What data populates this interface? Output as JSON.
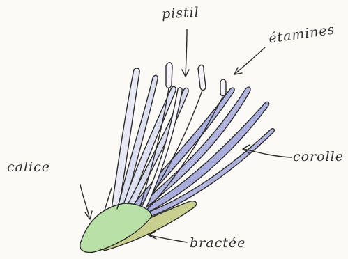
{
  "labels": {
    "pistil": "pistil",
    "etamines": "étamines",
    "calice": "calice",
    "corolle": "corolle",
    "bractee": "bractée"
  },
  "colors": {
    "petal_fill": "#aeb2de",
    "stroke": "#2b2b2b",
    "calyx_fill": "#b9e0a6",
    "bract_fill": "#c9cf8e",
    "background": "#fbfaf6"
  }
}
